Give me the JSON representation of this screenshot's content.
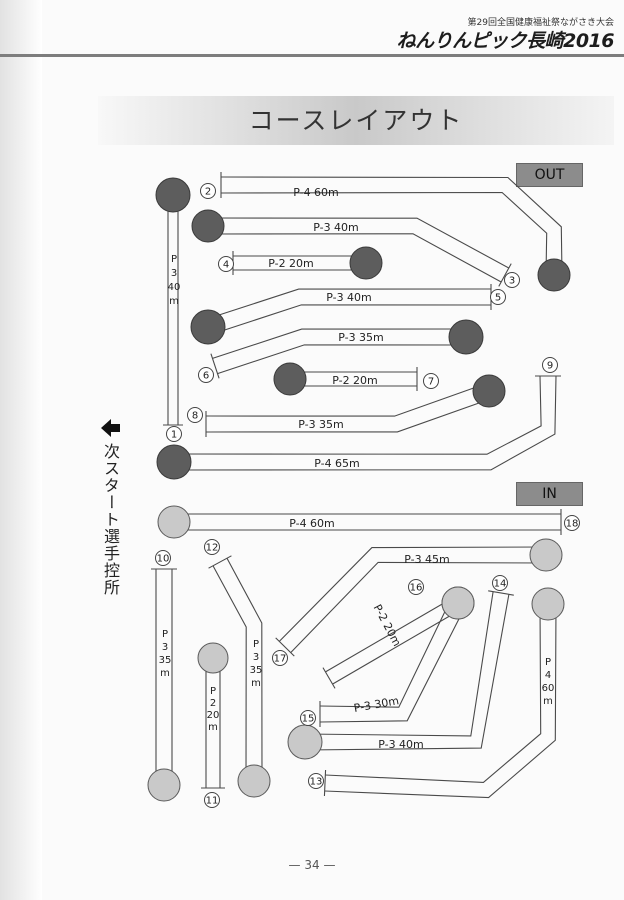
{
  "header": {
    "event_subtitle": "第29回全国健康福祉祭ながさき大会",
    "event_logo": "ねんりんピック長崎2016"
  },
  "title": "コースレイアウト",
  "sections": {
    "out_label": "OUT",
    "in_label": "IN"
  },
  "side_label": "次スタート選手控所",
  "page_number": "— 34 —",
  "course_numbers": [
    "①",
    "②",
    "③",
    "④",
    "⑤",
    "⑥",
    "⑦",
    "⑧",
    "⑨",
    "⑩",
    "⑪",
    "⑫",
    "⑬",
    "⑭",
    "⑮",
    "⑯",
    "⑰",
    "⑱"
  ],
  "out_lanes": [
    {
      "id": "1",
      "label": "P-3 40m",
      "vertical": [
        "P",
        "3",
        "40",
        "m"
      ]
    },
    {
      "id": "2",
      "label": "P-4 60m"
    },
    {
      "id": "3",
      "label": "P-3 40m"
    },
    {
      "id": "4",
      "label": "P-2 20m"
    },
    {
      "id": "5",
      "label": "P-3 40m"
    },
    {
      "id": "6",
      "label": "P-3 35m"
    },
    {
      "id": "7",
      "label": "P-2 20m"
    },
    {
      "id": "8",
      "label": "P-3 35m"
    },
    {
      "id": "9",
      "label": "P-4 65m"
    }
  ],
  "in_lanes": [
    {
      "id": "10",
      "label": "P-3 35m",
      "vertical": [
        "P",
        "3",
        "35",
        "m"
      ]
    },
    {
      "id": "11",
      "label": "P-2 20m",
      "vertical": [
        "P",
        "2",
        "20",
        "m"
      ]
    },
    {
      "id": "12",
      "label": "P-3 35m",
      "vertical": [
        "P",
        "3",
        "35",
        "m"
      ]
    },
    {
      "id": "13",
      "label": "P-4 60m",
      "vertical": [
        "P",
        "4",
        "60",
        "m"
      ]
    },
    {
      "id": "14",
      "label": "P-3 40m"
    },
    {
      "id": "15",
      "label": "P-3 30m"
    },
    {
      "id": "16",
      "label": "P-2 20m"
    },
    {
      "id": "17",
      "label": "P-3 45m"
    },
    {
      "id": "18",
      "label": "P-4 60m"
    }
  ]
}
